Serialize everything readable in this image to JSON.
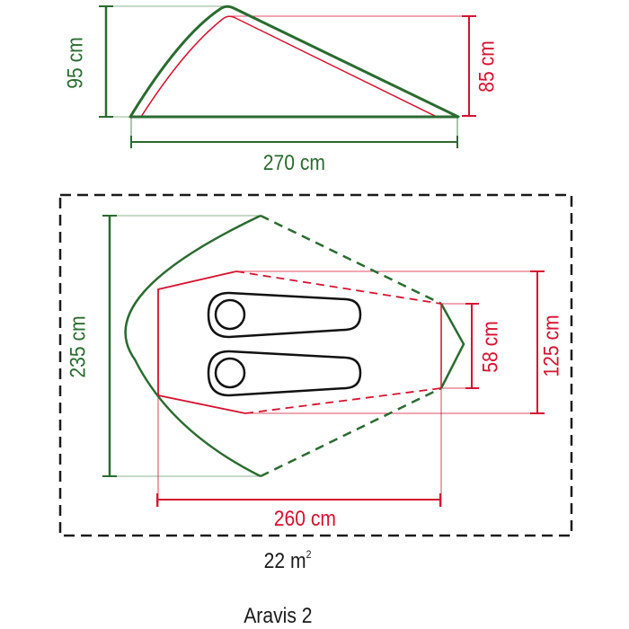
{
  "product": {
    "name": "Aravis 2",
    "area": "22",
    "area_unit": "m",
    "area_exp": "2"
  },
  "side_view": {
    "outer_height": "95 cm",
    "inner_height": "85 cm",
    "outer_length": "270 cm"
  },
  "floor_plan": {
    "outer_width": "235 cm",
    "inner_length": "260 cm",
    "inner_width_rear": "125 cm",
    "inner_width_front": "58 cm",
    "sleeping_places": 2
  },
  "colors": {
    "outer_tent": "#2a6b2f",
    "inner_tent": "#d6112f",
    "footprint": "#1a1a1a",
    "sleeping_pads": "#111111"
  }
}
